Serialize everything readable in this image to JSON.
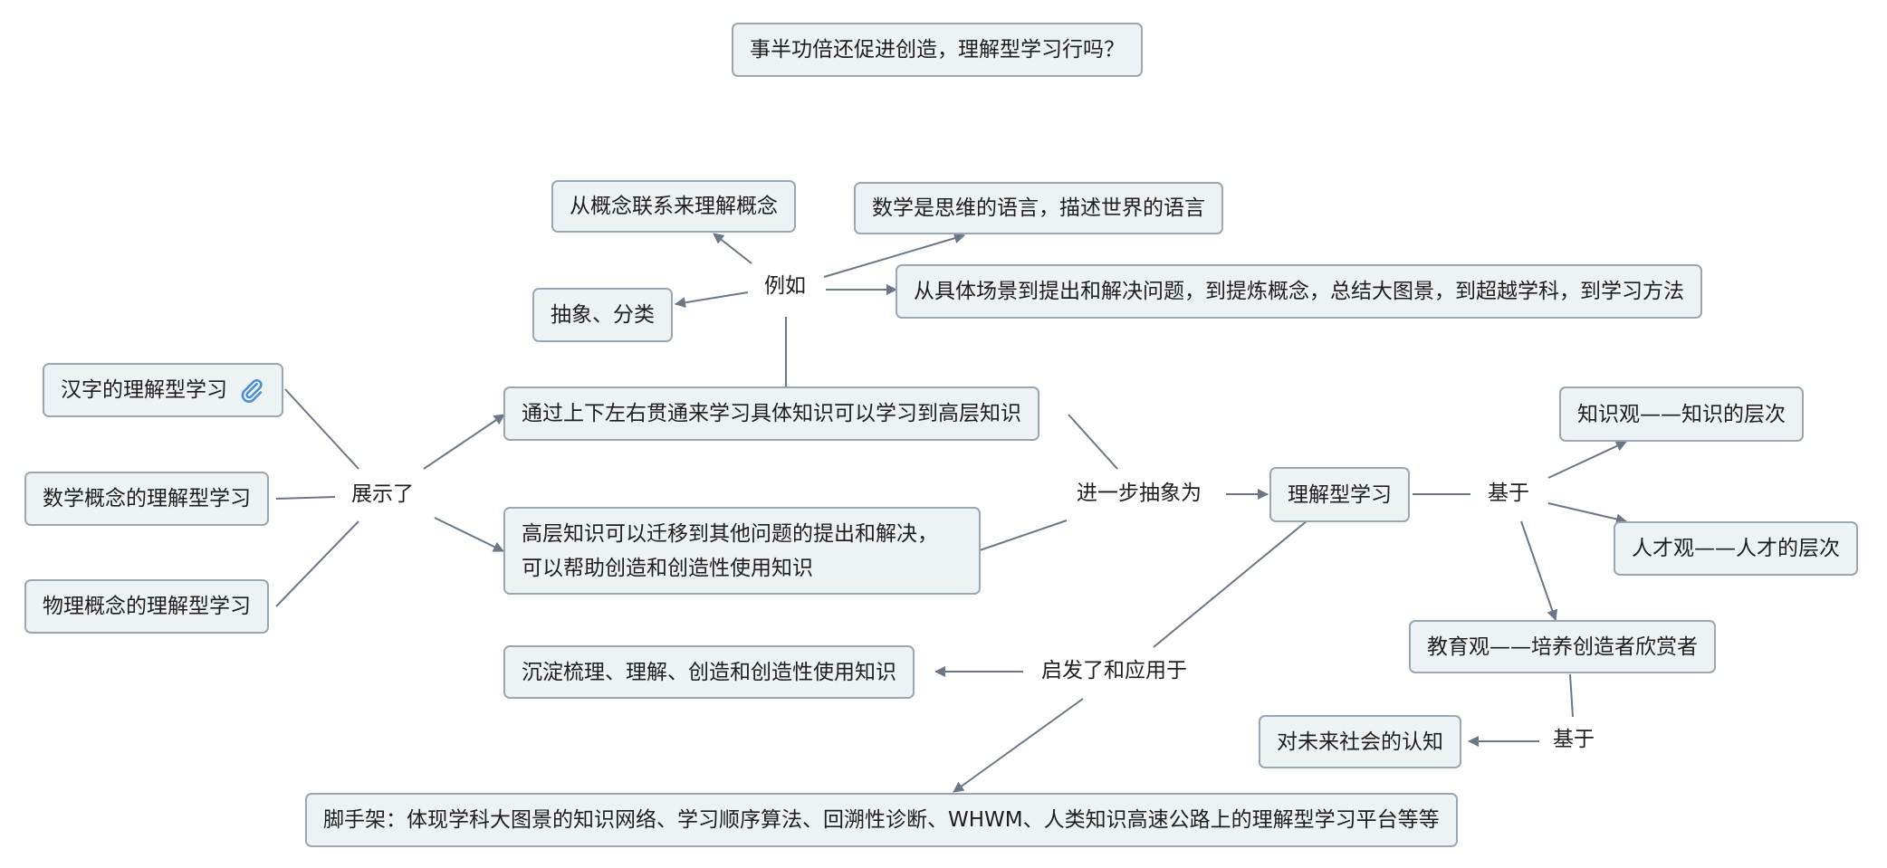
{
  "colors": {
    "line": "#6b7686",
    "node_fill": "#edf2f5",
    "node_border": "#9aa6b2",
    "attachment": "#4a8fd6"
  },
  "title": "事半功倍还促进创造，理解型学习行吗？",
  "nodes": {
    "concept_link": "从概念联系来理解概念",
    "math_language": "数学是思维的语言，描述世界的语言",
    "abstract_classify": "抽象、分类",
    "scenario_path": "从具体场景到提出和解决问题，到提炼概念，总结大图景，到超越学科，到学习方法",
    "chinese_char": "汉字的理解型学习",
    "math_concept": "数学概念的理解型学习",
    "physics_concept": "物理概念的理解型学习",
    "connect_learning": "通过上下左右贯通来学习具体知识可以学习到高层知识",
    "transfer_line1": "高层知识可以迁移到其他问题的提出和解决，",
    "transfer_line2": "可以帮助创造和创造性使用知识",
    "understanding_learning": "理解型学习",
    "knowledge_view": "知识观——知识的层次",
    "talent_view": "人才观——人才的层次",
    "education_view": "教育观——培养创造者欣赏者",
    "future_society": "对未来社会的认知",
    "sediment": "沉淀梳理、理解、创造和创造性使用知识",
    "scaffold": "脚手架：体现学科大图景的知识网络、学习顺序算法、回溯性诊断、WHWM、人类知识高速公路上的理解型学习平台等等"
  },
  "labels": {
    "for_example": "例如",
    "shows": "展示了",
    "further_abstract": "进一步抽象为",
    "based_on_1": "基于",
    "based_on_2": "基于",
    "inspires": "启发了和应用于"
  },
  "icons": {
    "attachment": "paperclip-icon"
  }
}
